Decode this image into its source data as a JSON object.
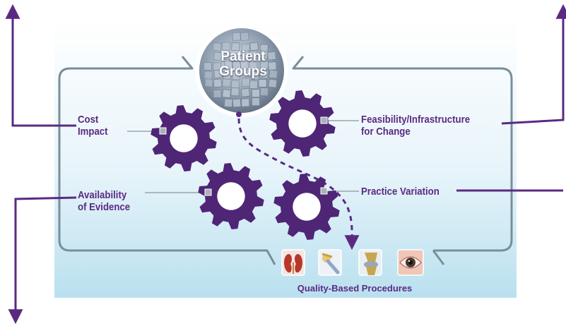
{
  "hub": {
    "title_line1": "Patient",
    "title_line2": "Groups"
  },
  "factors": [
    {
      "line1": "Cost",
      "line2": "Impact"
    },
    {
      "line1": "Feasibility/Infrastructure",
      "line2": "for Change"
    },
    {
      "line1": "Availability",
      "line2": "of Evidence"
    },
    {
      "line1": "Practice Variation",
      "line2": ""
    }
  ],
  "procedures": {
    "label": "Quality-Based Procedures",
    "icons": [
      "kidney-icon",
      "hip-joint-icon",
      "knee-joint-icon",
      "eye-icon"
    ]
  },
  "colors": {
    "accent": "#5a2a82",
    "gear": "#4f2576",
    "background_top": "#ffffff",
    "background_bottom": "#bfe3f1",
    "frame": "#7a8e9a"
  }
}
